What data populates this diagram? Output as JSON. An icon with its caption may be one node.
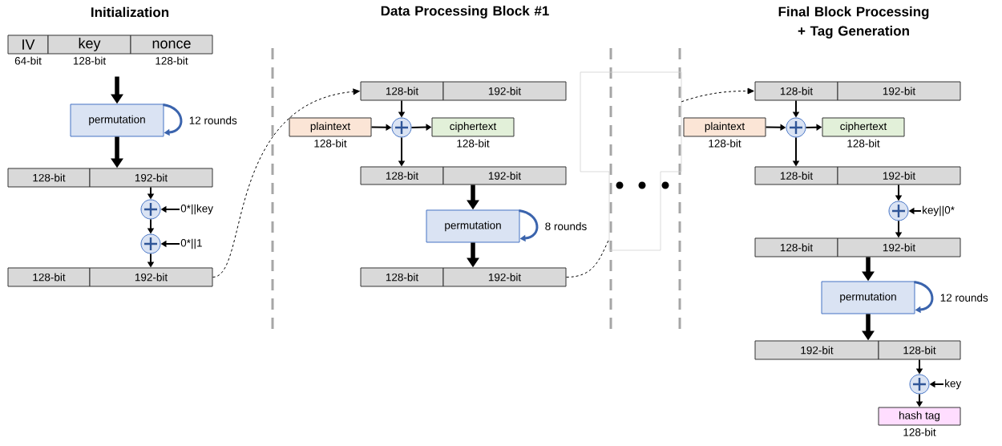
{
  "diagram": {
    "nodes": [
      {
        "text": [
          "IV"
        ],
        "beside": [
          "64-bit"
        ]
      },
      {
        "text": [
          "key"
        ],
        "beside": [
          "128-bit"
        ]
      },
      {
        "text": [
          "nonce"
        ],
        "beside": [
          "128-bit"
        ]
      },
      {
        "text": [
          "permutation"
        ]
      },
      {
        "text": [
          "128-bit"
        ]
      },
      {
        "text": [
          "192-bit"
        ]
      },
      {
        "text": [],
        "shape": "circle"
      },
      {
        "text": [],
        "shape": "circle"
      },
      {
        "text": [
          "0*||key"
        ]
      },
      {
        "text": [
          "0*||1"
        ]
      },
      {
        "text": [
          "128-bit"
        ]
      },
      {
        "text": [
          "192-bit"
        ]
      },
      {
        "text": [
          "128-bit"
        ]
      },
      {
        "text": [
          "192-bit"
        ]
      },
      {
        "text": [
          "plaintext"
        ],
        "beside": [
          "128-bit"
        ]
      },
      {
        "text": [],
        "shape": "circle"
      },
      {
        "text": [
          "ciphertext"
        ],
        "beside": [
          "128-bit"
        ]
      },
      {
        "text": [
          "128-bit"
        ]
      },
      {
        "text": [
          "192-bit"
        ]
      },
      {
        "text": [
          "permutation"
        ]
      },
      {
        "text": [
          "128-bit"
        ]
      },
      {
        "text": [
          "192-bit"
        ]
      },
      {
        "text": [
          "128-bit"
        ]
      },
      {
        "text": [
          "192-bit"
        ]
      },
      {
        "text": [
          "plaintext"
        ],
        "beside": [
          "128-bit"
        ]
      },
      {
        "text": [],
        "shape": "circle"
      },
      {
        "text": [
          "ciphertext"
        ],
        "beside": [
          "128-bit"
        ]
      },
      {
        "text": [
          "128-bit"
        ]
      },
      {
        "text": [
          "192-bit"
        ]
      },
      {
        "text": [],
        "shape": "circle"
      },
      {
        "text": [
          "key||0*"
        ]
      },
      {
        "text": [
          "128-bit"
        ]
      },
      {
        "text": [
          "192-bit"
        ]
      },
      {
        "text": [
          "permutation"
        ]
      },
      {
        "text": [
          "192-bit"
        ]
      },
      {
        "text": [
          "128-bit"
        ]
      },
      {
        "text": [],
        "shape": "circle"
      },
      {
        "text": [
          "key"
        ]
      },
      {
        "text": [
          "hash tag"
        ],
        "beside": [
          "128-bit"
        ]
      },
      {
        "text": [],
        "shape": "box"
      }
    ],
    "edges": [
      {
        "from": 1,
        "to": 3,
        "arrow": "to",
        "style": "thick"
      },
      {
        "from": 3,
        "to": 3,
        "arrow": "to",
        "label": "12 rounds",
        "color": "#3b64ad"
      },
      {
        "from": 3,
        "to": 5,
        "arrow": "to",
        "style": "thick"
      },
      {
        "from": 5,
        "to": 6,
        "arrow": "to"
      },
      {
        "from": 8,
        "to": 6,
        "arrow": "to"
      },
      {
        "from": 6,
        "to": 7,
        "arrow": "to"
      },
      {
        "from": 9,
        "to": 7,
        "arrow": "to"
      },
      {
        "from": 7,
        "to": 11,
        "arrow": "to"
      },
      {
        "from": 11,
        "to": 12,
        "arrow": "to",
        "style": "dashed"
      },
      {
        "from": 12,
        "to": 15,
        "arrow": "to"
      },
      {
        "from": 14,
        "to": 15,
        "arrow": "to"
      },
      {
        "from": 15,
        "to": 16,
        "arrow": "to"
      },
      {
        "from": 15,
        "to": 17,
        "arrow": "to"
      },
      {
        "from": 18,
        "to": 19,
        "arrow": "to",
        "style": "thick"
      },
      {
        "from": 19,
        "to": 19,
        "arrow": "to",
        "label": "8 rounds",
        "color": "#3b64ad"
      },
      {
        "from": 19,
        "to": 21,
        "arrow": "to",
        "style": "thick"
      },
      {
        "from": 21,
        "to": 39,
        "arrow": "none",
        "style": "dashed"
      },
      {
        "from": 39,
        "to": 22,
        "arrow": "to",
        "style": "dashed"
      },
      {
        "from": 22,
        "to": 25,
        "arrow": "to"
      },
      {
        "from": 24,
        "to": 25,
        "arrow": "to"
      },
      {
        "from": 25,
        "to": 26,
        "arrow": "to"
      },
      {
        "from": 25,
        "to": 27,
        "arrow": "to"
      },
      {
        "from": 28,
        "to": 29,
        "arrow": "to"
      },
      {
        "from": 30,
        "to": 29,
        "arrow": "to"
      },
      {
        "from": 29,
        "to": 32,
        "arrow": "to"
      },
      {
        "from": 32,
        "to": 33,
        "arrow": "to",
        "style": "thick"
      },
      {
        "from": 33,
        "to": 33,
        "arrow": "to",
        "label": "12 rounds",
        "color": "#3b64ad"
      },
      {
        "from": 33,
        "to": 34,
        "arrow": "to",
        "style": "thick"
      },
      {
        "from": 35,
        "to": 36,
        "arrow": "to"
      },
      {
        "from": 37,
        "to": 36,
        "arrow": "to"
      },
      {
        "from": 36,
        "to": 38,
        "arrow": "to"
      }
    ],
    "labels": [
      "Initialization",
      "Data Processing Block #1",
      "Final Block Processing + Tag Generation"
    ]
  }
}
